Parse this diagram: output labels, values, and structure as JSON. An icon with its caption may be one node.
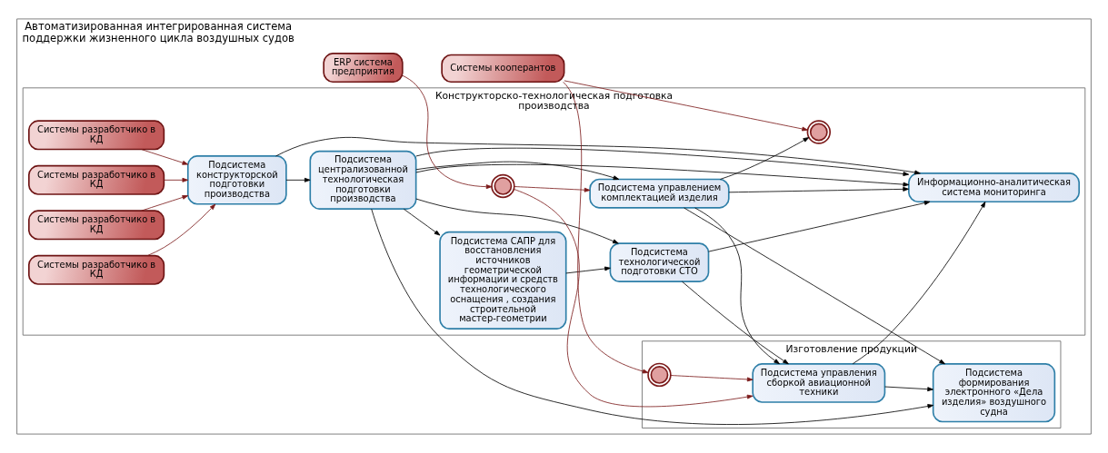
{
  "diagram": {
    "nodes": [
      {
        "text": [
          "Автоматизированная интегрированная система поддержки жизненного цикла воздушных судов"
        ]
      },
      {
        "text": [
          "Конструкторско-технологическая подготовка производства"
        ],
        "in": 0
      },
      {
        "text": [
          "Изготовление продукции"
        ],
        "in": 0
      },
      {
        "text": [
          "Системы разработчико в КД"
        ],
        "in": 1
      },
      {
        "text": [
          "Системы разработчико в КД"
        ],
        "in": 1
      },
      {
        "text": [
          "Системы разработчико в КД"
        ],
        "in": 1
      },
      {
        "text": [
          "Системы разработчико в КД"
        ],
        "in": 1
      },
      {
        "text": [
          "Подсистема САПР для восстановления источников геометрической информации и средств технологического оснащения , создания строительной мастер-геометрии"
        ],
        "in": 1
      },
      {
        "text": [],
        "shape": "circle",
        "in": 1
      },
      {
        "text": [
          "Системы кооперантов"
        ],
        "in": 0
      },
      {
        "text": [],
        "shape": "circle",
        "in": 2
      },
      {
        "text": [
          "Подсистема управлением комплектацией изделия"
        ],
        "in": 1
      },
      {
        "text": [
          "Подсистема управления сборкой авиационной техники"
        ],
        "in": 2
      },
      {
        "text": [
          "Подсистема конструкторской подготовки производства"
        ],
        "in": 1
      },
      {
        "text": [
          "Подсистема централизованной технологическая подготовки производства"
        ],
        "in": 1
      },
      {
        "text": [
          "Подсистема технологической подготовки СТО"
        ],
        "in": 1
      },
      {
        "text": [
          "Подсистема формирования электронного «Дела изделия» воздушного судна"
        ],
        "in": 2
      },
      {
        "text": [
          "Информационно-аналитическая система мониторинга"
        ],
        "in": 1
      },
      {
        "text": [],
        "shape": "circle",
        "in": 1
      },
      {
        "text": [
          "ERP система предприятия"
        ],
        "in": 0
      }
    ],
    "edges": [
      {
        "from": 3,
        "to": 13,
        "arrow": "to",
        "color": "#7b1a1a"
      },
      {
        "from": 4,
        "to": 13,
        "arrow": "to",
        "color": "#7b1a1a"
      },
      {
        "from": 5,
        "to": 13,
        "arrow": "to",
        "color": "#7b1a1a"
      },
      {
        "from": 6,
        "to": 13,
        "arrow": "to",
        "color": "#7b1a1a"
      },
      {
        "from": 13,
        "to": 14,
        "arrow": "to"
      },
      {
        "from": 14,
        "to": 15,
        "arrow": "to"
      },
      {
        "from": 14,
        "to": 7,
        "arrow": "to"
      },
      {
        "from": 14,
        "to": 11,
        "arrow": "to"
      },
      {
        "from": 7,
        "to": 15,
        "arrow": "to"
      },
      {
        "from": 11,
        "to": 8,
        "arrow": "to"
      },
      {
        "from": 9,
        "to": 8,
        "arrow": "to",
        "color": "#7b1a1a"
      },
      {
        "from": 9,
        "to": 10,
        "arrow": "to",
        "color": "#7b1a1a"
      },
      {
        "from": 10,
        "to": 12,
        "arrow": "to",
        "color": "#7b1a1a"
      },
      {
        "from": 11,
        "to": 12,
        "arrow": "to"
      },
      {
        "from": 11,
        "to": 16,
        "arrow": "to"
      },
      {
        "from": 11,
        "to": 17,
        "arrow": "to"
      },
      {
        "from": 18,
        "to": 11,
        "arrow": "to",
        "color": "#7b1a1a"
      },
      {
        "from": 19,
        "to": 18,
        "arrow": "to",
        "color": "#7b1a1a"
      },
      {
        "from": 18,
        "to": 12,
        "arrow": "to",
        "color": "#7b1a1a"
      },
      {
        "from": 15,
        "to": 12,
        "arrow": "to"
      },
      {
        "from": 15,
        "to": 17,
        "arrow": "to"
      },
      {
        "from": 14,
        "to": 16,
        "arrow": "to"
      },
      {
        "from": 14,
        "to": 17,
        "arrow": "to"
      },
      {
        "from": 14,
        "to": 17,
        "arrow": "to"
      },
      {
        "from": 13,
        "to": 17,
        "arrow": "to"
      },
      {
        "from": 12,
        "to": 16,
        "arrow": "to"
      },
      {
        "from": 12,
        "to": 17,
        "arrow": "to"
      }
    ]
  }
}
